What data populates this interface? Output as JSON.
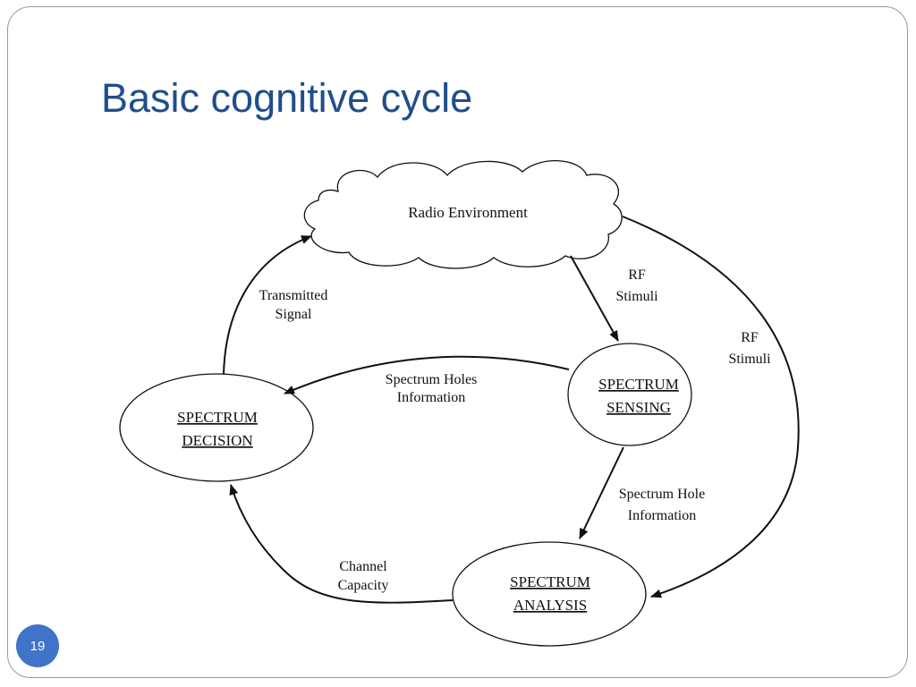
{
  "slide": {
    "title": "Basic cognitive cycle",
    "page_number": "19"
  },
  "diagram": {
    "nodes": {
      "radio_environment": "Radio Environment",
      "spectrum_sensing": [
        "SPECTRUM",
        "SENSING"
      ],
      "spectrum_decision": [
        "SPECTRUM",
        "DECISION"
      ],
      "spectrum_analysis": [
        "SPECTRUM",
        "ANALYSIS"
      ]
    },
    "edges": {
      "rf_stimuli_sensing": [
        "RF",
        "Stimuli"
      ],
      "rf_stimuli_analysis": [
        "RF",
        "Stimuli"
      ],
      "spectrum_holes_information": [
        "Spectrum Holes",
        "Information"
      ],
      "spectrum_hole_information": [
        "Spectrum Hole",
        "Information"
      ],
      "channel_capacity": [
        "Channel",
        "Capacity"
      ],
      "transmitted_signal": [
        "Transmitted",
        "Signal"
      ]
    }
  }
}
